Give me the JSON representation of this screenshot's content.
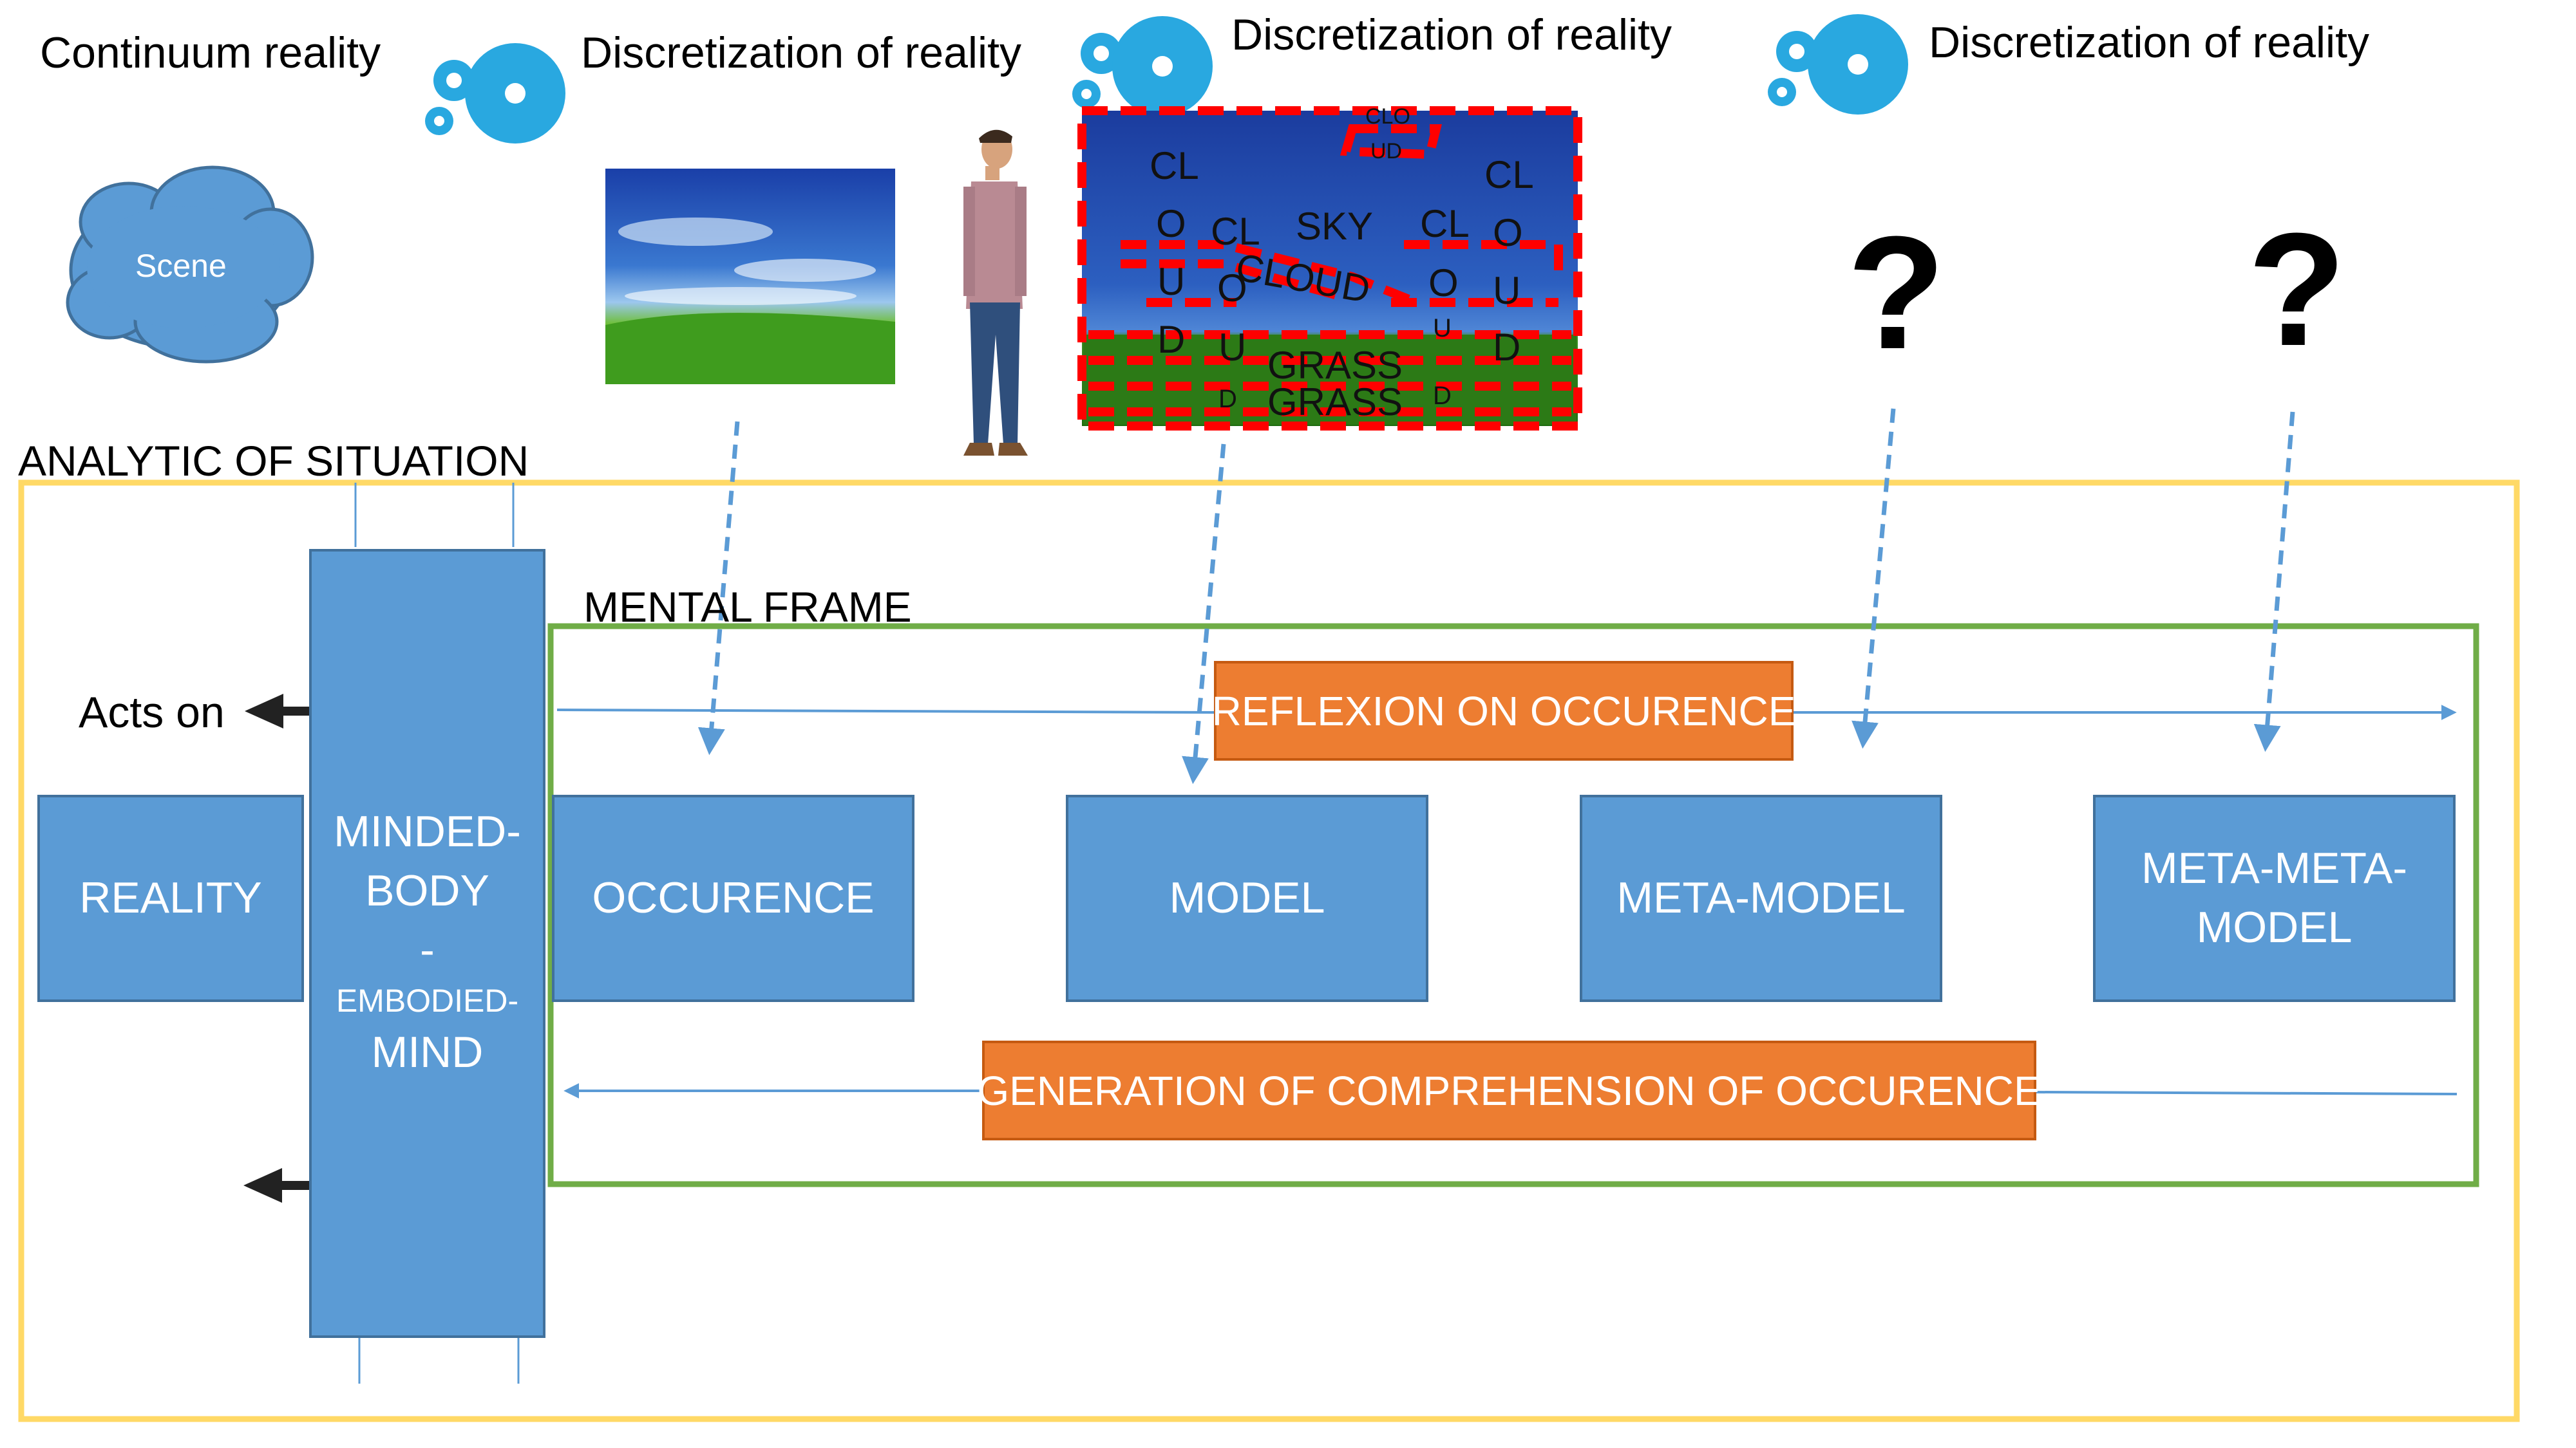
{
  "header": {
    "continuum": "Continuum reality",
    "discretization_1": "Discretization of reality",
    "discretization_2": "Discretization of reality",
    "discretization_3": "Discretization of reality"
  },
  "scene": {
    "label": "Scene"
  },
  "question_marks": [
    "?",
    "?"
  ],
  "segmented_image": {
    "labels": [
      "CL",
      "O",
      "U",
      "D",
      "CL",
      "O",
      "U",
      "D",
      "SKY",
      "CLOUD",
      "CL",
      "O",
      "U",
      "D",
      "CLO",
      "UD",
      "CL",
      "O",
      "U",
      "D",
      "GRASS",
      "GRASS"
    ]
  },
  "analytic": {
    "title": "ANALYTIC OF SITUATION"
  },
  "mental_frame": {
    "title": "MENTAL FRAME"
  },
  "acts_on": "Acts on",
  "boxes": {
    "reality": "REALITY",
    "minded_1": "MINDED-",
    "minded_2": "BODY",
    "minded_3": "-",
    "minded_4": "EMBODIED-",
    "minded_5": "MIND",
    "occurence": "OCCURENCE",
    "model": "MODEL",
    "meta_model": "META-MODEL",
    "meta_meta_1": "META-META-",
    "meta_meta_2": "MODEL"
  },
  "flows": {
    "reflexion": "REFLEXION ON OCCURENCE",
    "generation": "GENERATION OF COMPREHENSION OF OCCURENCE"
  },
  "colors": {
    "box_fill": "#5b9bd5",
    "box_border": "#41719c",
    "orange": "#ed7d31",
    "analytic_frame": "#ffd966",
    "mental_frame": "#70ad47",
    "gear": "#29a8e0",
    "dashed_red": "#ff0000"
  }
}
